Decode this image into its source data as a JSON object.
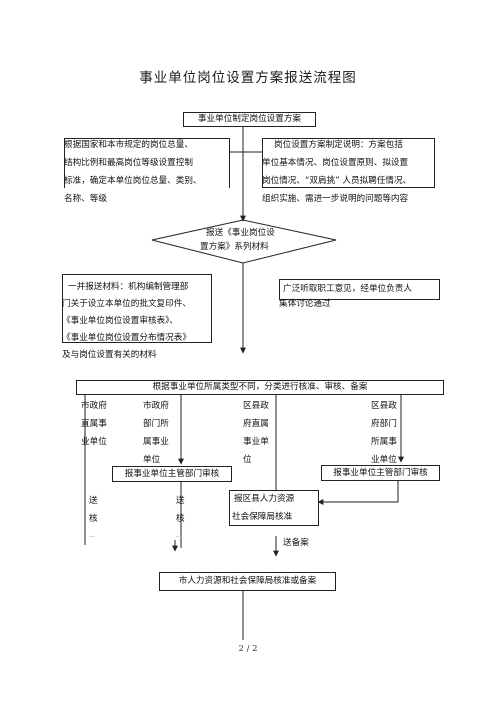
{
  "title": "事业单位岗位设置方案报送流程图",
  "nodes": {
    "top": "事业单位制定岗位设置方案",
    "left_basis": [
      "根据国家和本市规定的岗位总量、",
      "结构比例和最高岗位等级设置控制",
      "标准，确定本单位岗位总量、类别、",
      "名称、等级"
    ],
    "right_desc": [
      "岗位设置方案制定说明：方案包括",
      "单位基本情况、岗位设置原则、拟设置",
      "岗位情况、“双肩挑” 人员拟聘任情况、",
      "组织实施、需进一步说明的问题等内容"
    ],
    "diamond": [
      "报送《事业岗位设",
      "置方案》系列材料"
    ],
    "left_materials": [
      "一并报送材料：机构编制管理部",
      "门关于设立本单位的批文复印件、",
      "《事业单位岗位设置审核表》、",
      "《事业单位岗位设置分布情况表》",
      "及与岗位设置有关的材料"
    ],
    "right_opinion": [
      "广泛听取职工意见，经单位负责人",
      "集体讨论通过"
    ],
    "classify": "根据事业单位所属类型不同，分类进行核准、审核、备案",
    "types": {
      "city_direct": [
        "市政府",
        "直属事",
        "业单位"
      ],
      "city_dept": [
        "市政府",
        "部门所",
        "属事业",
        "单位"
      ],
      "district_direct": [
        "区县政",
        "府直属",
        "事业单",
        "位"
      ],
      "district_dept": [
        "区县政",
        "府部门",
        "所属事",
        "业单位"
      ]
    },
    "report_left": "报事业单位主管部门审核",
    "report_right": "报事业单位主管部门审核",
    "send_1": [
      "送",
      "核",
      "..."
    ],
    "send_2": [
      "送",
      "核",
      "..."
    ],
    "district_hr": [
      "报区县人力资源",
      "社会保障局核准"
    ],
    "send_record": "送备案",
    "city_hr": "市人力资源和社会保障局核准或备案"
  },
  "footer": "2 / 2"
}
